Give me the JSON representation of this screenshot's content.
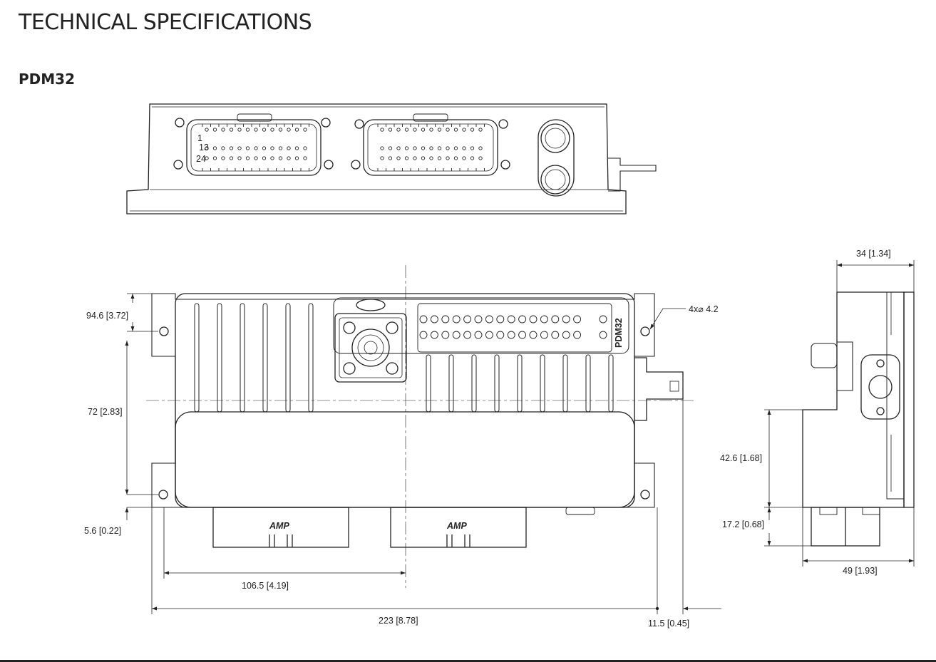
{
  "page": {
    "title": "TECHNICAL SPECIFICATIONS",
    "product": "PDM32"
  },
  "drawing": {
    "label_text": "PDM32",
    "amp_text": "AMP",
    "hole_callout": "4x⌀ 4.2",
    "pin_label_1": "1",
    "pin_label_13": "13",
    "pin_label_24": "24",
    "dimensions": {
      "height_total": "94.6 [3.72]",
      "height_mid": "72 [2.83]",
      "height_bottom": "5.6 [0.22]",
      "width_half": "106.5 [4.19]",
      "width_total": "223 [8.78]",
      "width_extra": "11.5 [0.45]",
      "side_depth": "34 [1.34]",
      "side_height": "42.6 [1.68]",
      "side_low": "17.2 [0.68]",
      "side_width": "49 [1.93]"
    }
  },
  "colors": {
    "line": "#222222",
    "text": "#222222"
  }
}
